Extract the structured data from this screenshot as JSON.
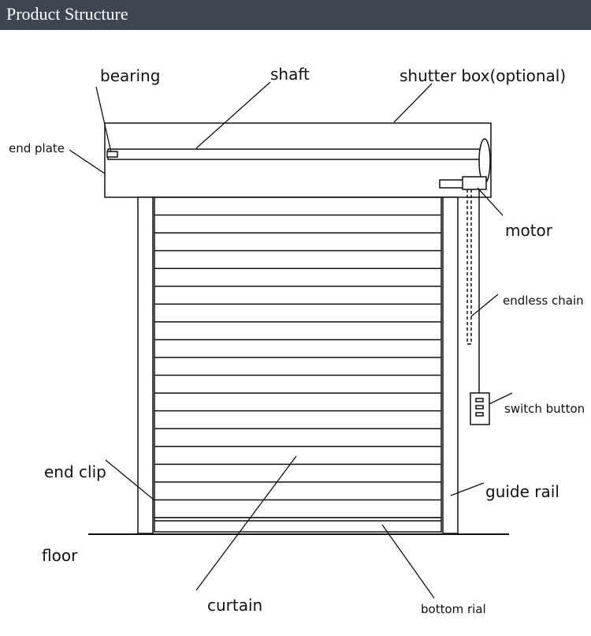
{
  "header": {
    "title": "Product Structure"
  },
  "labels": {
    "bearing": "bearing",
    "shaft": "shaft",
    "shutter_box": "shutter box(optional)",
    "end_plate": "end plate",
    "motor": "motor",
    "endless_chain": "endless chain",
    "switch_button": "switch button",
    "end_clip": "end clip",
    "guide_rail": "guide rail",
    "floor": "floor",
    "curtain": "curtain",
    "bottom_rial": "bottom rial"
  },
  "colors": {
    "header_bg": "#3d4651",
    "line": "#111111"
  }
}
